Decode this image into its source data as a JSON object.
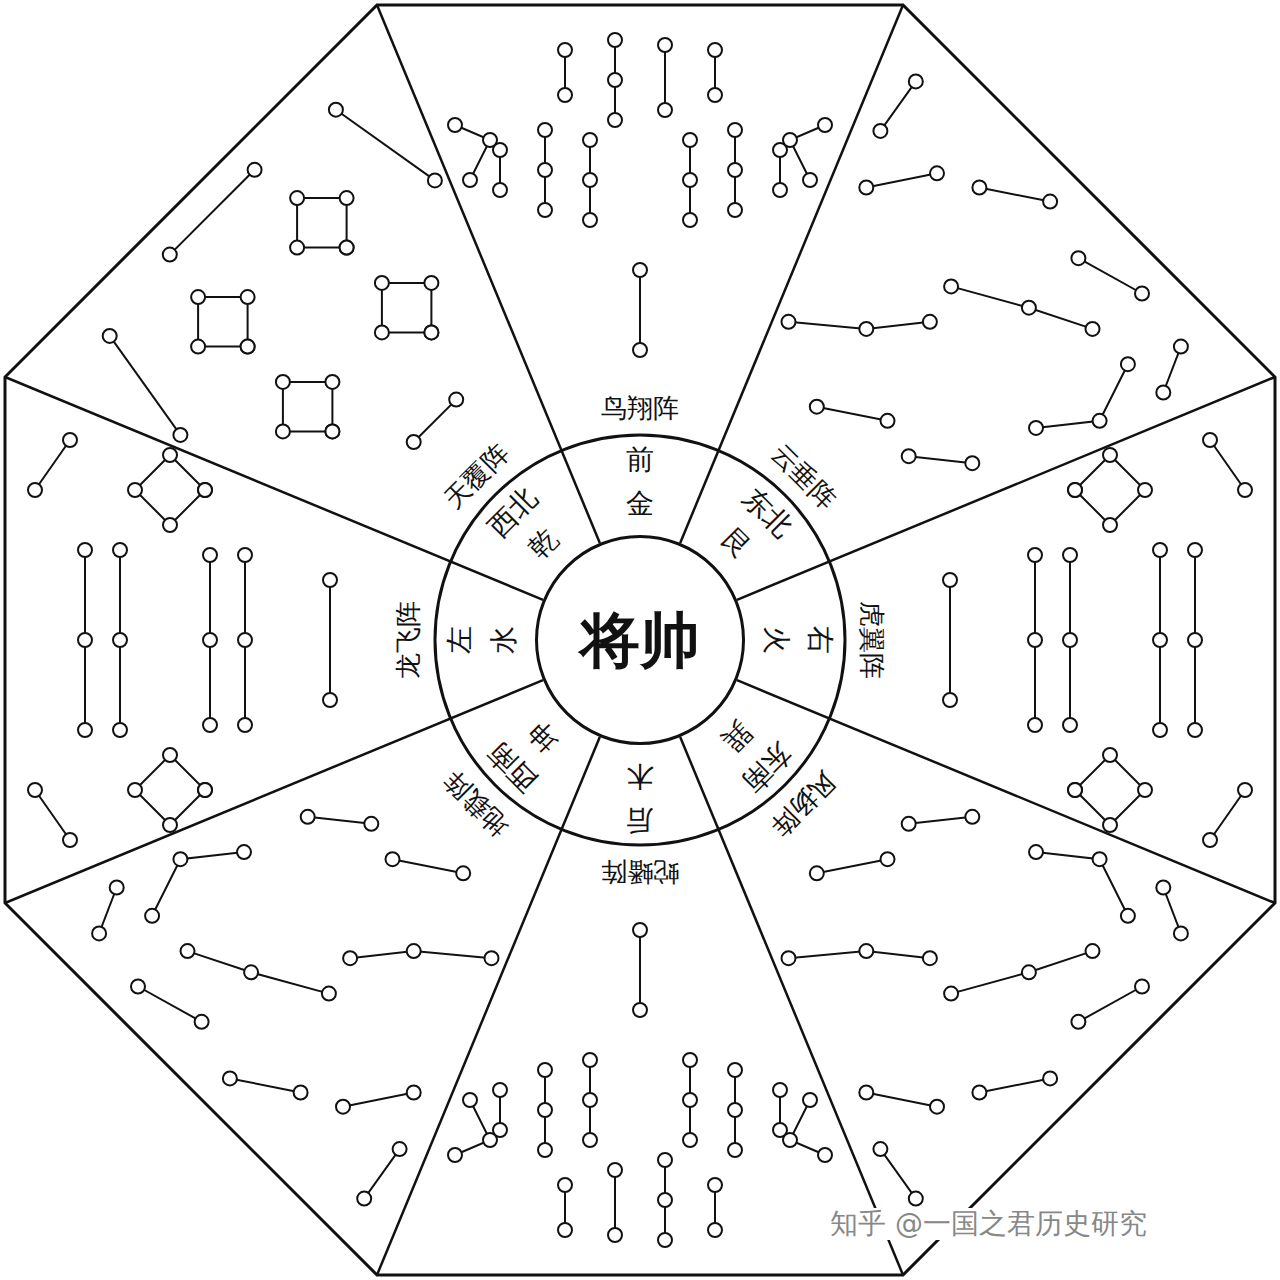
{
  "diagram": {
    "nodes": [
      {
        "text": [
          "将帅"
        ]
      }
    ],
    "labels": [
      "鸟翔阵",
      "前",
      "金",
      "云垂阵",
      "东北",
      "艮",
      "虎翼阵",
      "右",
      "火",
      "风扬阵",
      "东南",
      "巽",
      "蛇蟠阵",
      "后",
      "木",
      "地载阵",
      "西南",
      "坤",
      "龙飞阵",
      "左",
      "水",
      "天覆阵",
      "西北",
      "乾",
      "知乎 @一国之君历史研究"
    ]
  }
}
